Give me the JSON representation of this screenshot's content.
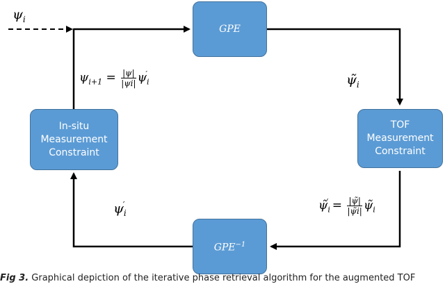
{
  "diagram": {
    "boxes": {
      "gpe": "GPE",
      "tof": [
        "TOF",
        "Measurement",
        "Constraint"
      ],
      "insitu": [
        "In-situ",
        "Measurement",
        "Constraint"
      ],
      "gpe_inv_base": "GPE",
      "gpe_inv_sup": "−1"
    },
    "labels": {
      "input": "ψ",
      "input_sub": "i",
      "psi_tilde": "ψ̃",
      "psi_tilde_sub": "i",
      "psi_prime": "ψ",
      "psi_prime_sub": "i",
      "psi_prime_mark": "′",
      "update_lhs": "ψ",
      "update_lhs_sub": "i+1",
      "update_num": "|ψ|",
      "update_den": "|ψi|",
      "update_rhs": "ψ",
      "update_rhs_sub": "i",
      "update_rhs_mark": "′",
      "tof_lhs": "ψ̃",
      "tof_lhs_sub": "i",
      "tof_lhs_mark": "′",
      "tof_num": "|ψ̃|",
      "tof_den": "|ψ̃i|",
      "tof_rhs": "ψ̃",
      "tof_rhs_sub": "i"
    }
  },
  "caption": {
    "label": "Fig 3.",
    "text": "Graphical depiction of the iterative phase retrieval algorithm for the augmented TOF"
  }
}
